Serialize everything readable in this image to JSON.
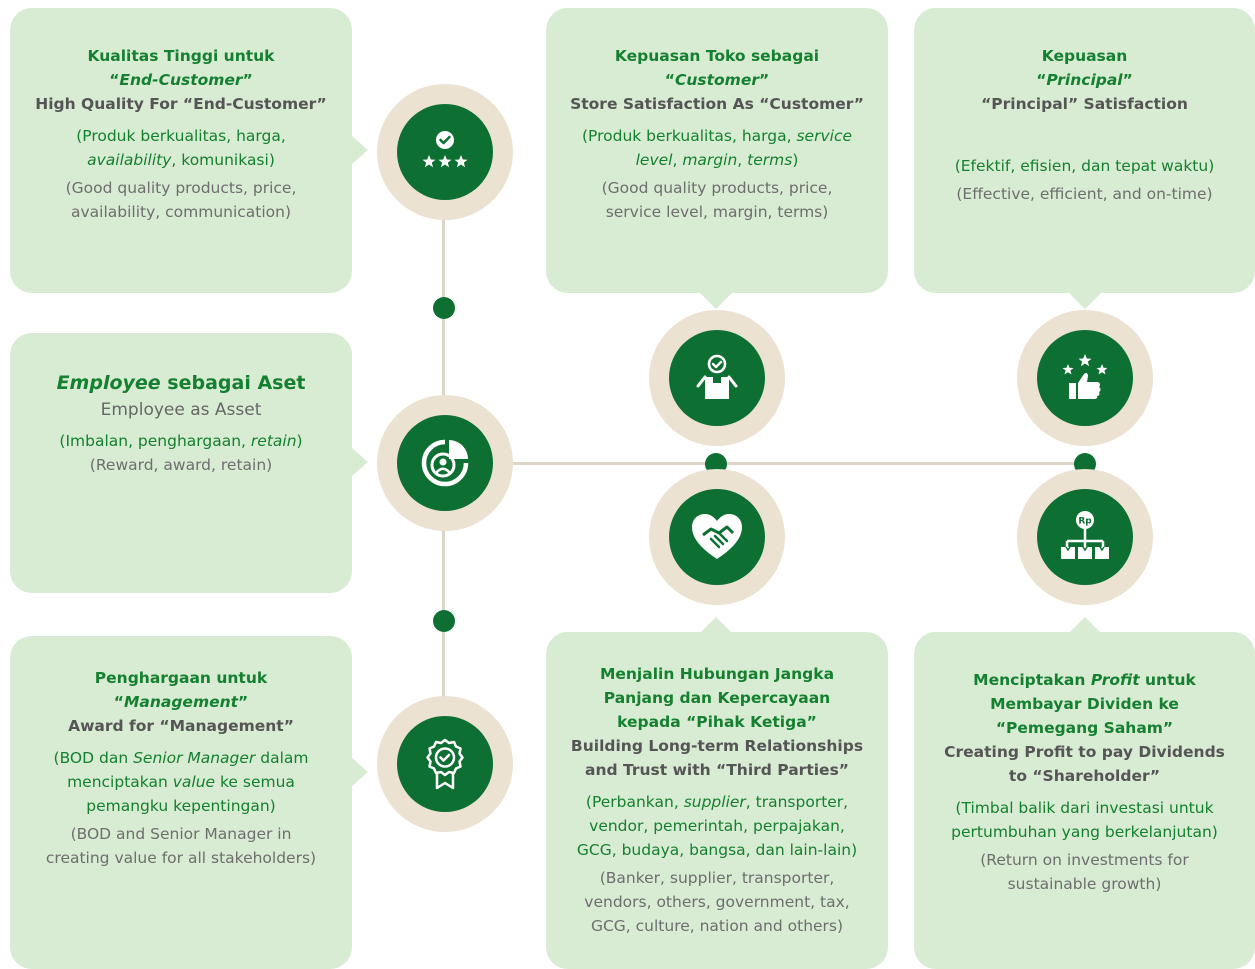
{
  "cards": {
    "end_customer": {
      "title_line1": "Kualitas Tinggi untuk",
      "title_quote_open": "“",
      "title_italic": "End-Customer",
      "title_quote_close": "”",
      "subtitle": "High Quality For “End-Customer”",
      "desc_id_part1": "(Produk berkualitas, harga,",
      "desc_id_italic": "availability",
      "desc_id_part2": ", komunikasi)",
      "desc_en": "(Good quality products, price, availability, communication)"
    },
    "store": {
      "title_line1": "Kepuasan Toko sebagai",
      "title_quote_open": "“",
      "title_italic": "Customer",
      "title_quote_close": "”",
      "subtitle": "Store Satisfaction As “Customer”",
      "desc_id_part1": "(Produk berkualitas, harga, ",
      "desc_id_italic1": "service level",
      "desc_id_sep1": ", ",
      "desc_id_italic2": "margin",
      "desc_id_sep2": ", ",
      "desc_id_italic3": "terms",
      "desc_id_part2": ")",
      "desc_en": "(Good quality products, price, service level, margin, terms)"
    },
    "principal": {
      "title_line1": "Kepuasan",
      "title_quote_open": "“",
      "title_italic": "Principal",
      "title_quote_close": "”",
      "subtitle": "“Principal” Satisfaction",
      "desc_id": "(Efektif, efisien, dan tepat waktu)",
      "desc_en": "(Effective, efficient, and on-time)"
    },
    "employee": {
      "title_italic": "Employee",
      "title_rest": " sebagai Aset",
      "subtitle": "Employee as Asset",
      "desc_id_part1": "(Imbalan, penghargaan, ",
      "desc_id_italic": "retain",
      "desc_id_part2": ")",
      "desc_en": "(Reward, award, retain)"
    },
    "management": {
      "title_line1": "Penghargaan untuk",
      "title_quote_open": "“",
      "title_italic": "Management",
      "title_quote_close": "”",
      "subtitle": "Award for “Management”",
      "desc_id_part1": "(BOD dan ",
      "desc_id_italic1": "Senior Manager",
      "desc_id_part2": " dalam menciptakan ",
      "desc_id_italic2": "value",
      "desc_id_part3": " ke semua pemangku kepentingan)",
      "desc_en": "(BOD and Senior Manager in creating value for all stakeholders)"
    },
    "third_parties": {
      "title": "Menjalin Hubungan Jangka Panjang dan Kepercayaan kepada “Pihak Ketiga”",
      "subtitle": "Building Long-term Relationships and Trust with “Third Parties”",
      "desc_id_part1": "(Perbankan, ",
      "desc_id_italic": "supplier",
      "desc_id_part2": ", transporter, vendor,  pemerintah, perpajakan, GCG, budaya, bangsa, dan lain-lain)",
      "desc_en": "(Banker, supplier, transporter, vendors, others, government, tax, GCG, culture, nation and others)"
    },
    "shareholder": {
      "title_line1": "Menciptakan ",
      "title_italic": "Profit",
      "title_line1_rest": " untuk Membayar Dividen ke “Pemegang Saham”",
      "subtitle": "Creating Profit to pay Dividends to “Shareholder”",
      "desc_id": "(Timbal balik dari investasi untuk pertumbuhan yang berkelanjutan)",
      "desc_en": "(Return on investments for sustainable growth)"
    }
  },
  "icons": {
    "end_customer": "quality-stars-icon",
    "store": "store-customer-icon",
    "principal": "thumbs-up-stars-icon",
    "employee": "employee-chart-icon",
    "management": "award-badge-icon",
    "third_parties": "heart-handshake-icon",
    "shareholder": "rupiah-dividend-icon"
  },
  "colors": {
    "card_bg": "#d8ebd3",
    "accent_green": "#0e6f33",
    "title_green": "#15802f",
    "icon_ring": "#ebe2d2"
  }
}
